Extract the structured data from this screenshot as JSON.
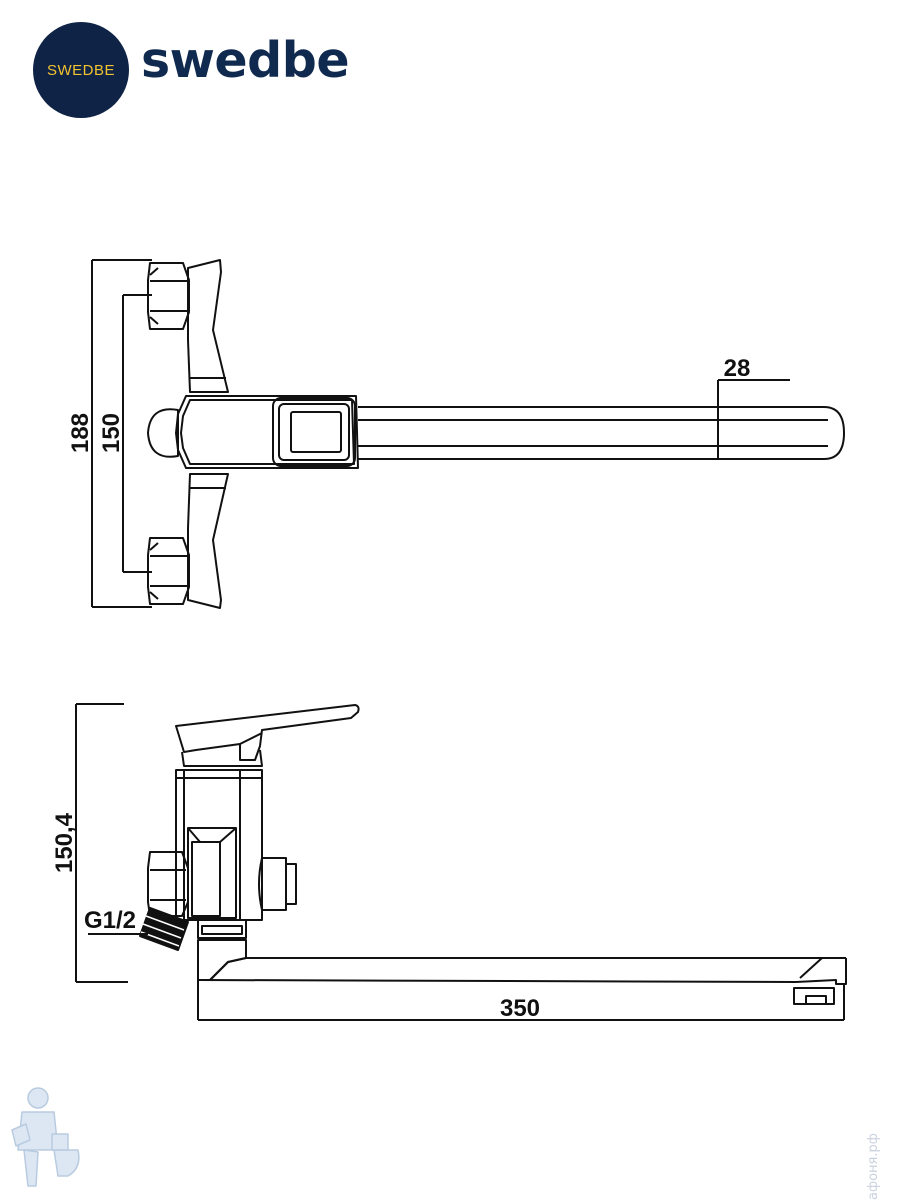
{
  "brand": {
    "circle_text": "SWEDBE",
    "wordmark": "swedbe",
    "circle_color": "#0f2346",
    "circle_text_color": "#f2c230",
    "wordmark_color": "#10294f"
  },
  "dimensions": {
    "top_view": {
      "outer_height": "188",
      "inlet_spacing": "150",
      "spout_diameter": "28"
    },
    "side_view": {
      "height": "150,4",
      "thread": "G1/2",
      "spout_length": "350"
    }
  },
  "watermark": {
    "text": "афоня.рф",
    "icon": "plumber-mascot-icon"
  }
}
